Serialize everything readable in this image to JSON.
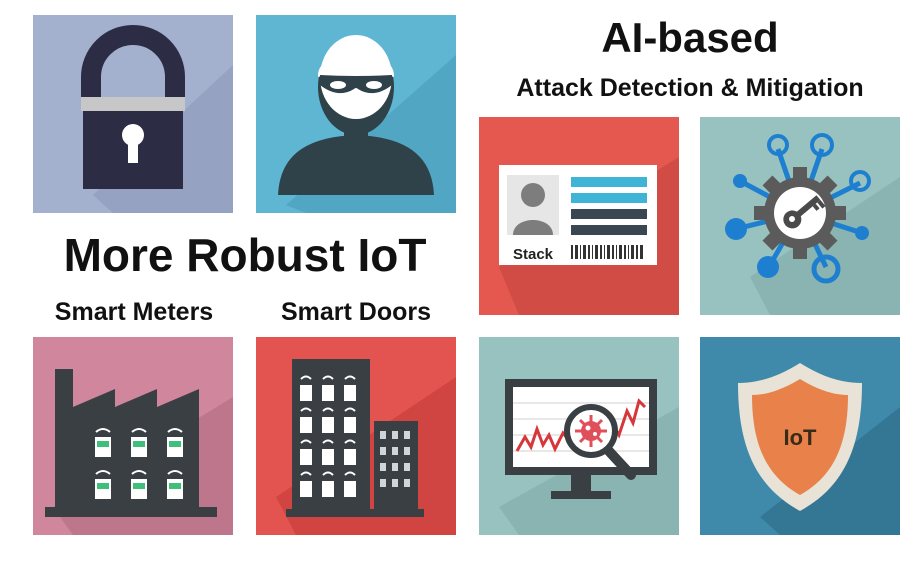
{
  "headings": {
    "ai_based": "AI-based",
    "attack_detection": "Attack Detection & Mitigation",
    "more_robust": "More Robust IoT"
  },
  "labels": {
    "smart_meters": "Smart Meters",
    "smart_doors": "Smart Doors",
    "id_card_name": "Stack",
    "shield_text": "IoT"
  },
  "icons": [
    "padlock-icon",
    "masked-hacker-icon",
    "id-card-icon",
    "network-key-gear-icon",
    "factory-smart-meters-icon",
    "building-smart-doors-icon",
    "monitor-virus-magnifier-icon",
    "iot-shield-icon"
  ],
  "colors": {
    "lock_tile": "#a3b1cf",
    "hacker_tile": "#5fb6d3",
    "id_tile": "#e55850",
    "network_tile": "#98c2bf",
    "factory_tile": "#d0869c",
    "door_tile": "#e3534f",
    "monitor_tile": "#98c2bf",
    "shield_tile": "#3f8aaa",
    "dark_icon": "#3a3f44",
    "accent_blue": "#1e7fd0",
    "shield_orange": "#e8824a"
  }
}
